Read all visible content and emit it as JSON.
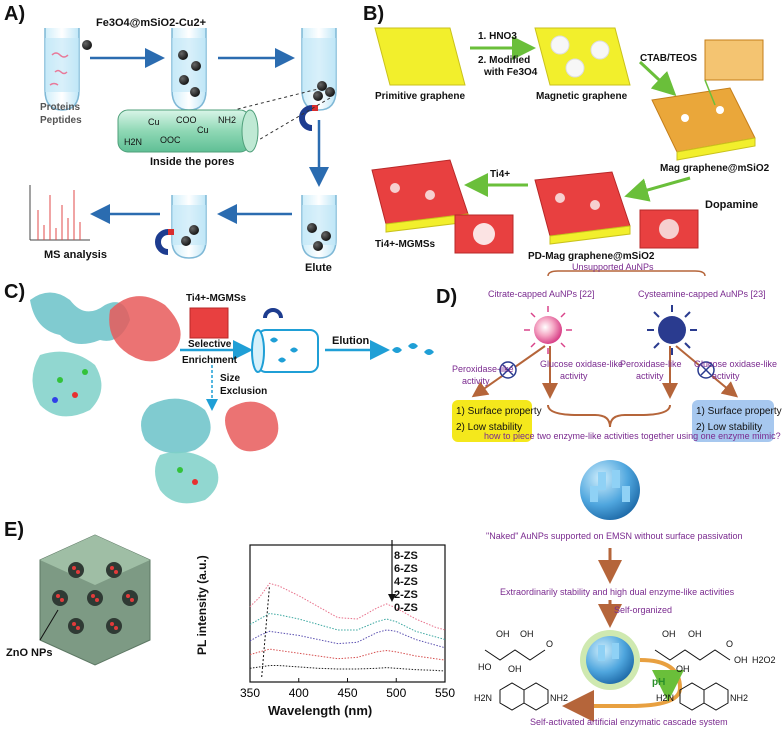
{
  "panels": {
    "a": {
      "label": "A)",
      "reagent": "Fe3O4@mSiO2-Cu2+",
      "legend_proteins": "Proteins",
      "legend_peptides": "Peptides",
      "pores_caption": "Inside the pores",
      "ms_caption": "MS analysis",
      "elute_caption": "Elute",
      "chem_cu1": "Cu",
      "chem_cu2": "Cu",
      "chem_coo": "COO",
      "chem_nh2": "NH2",
      "chem_ooc": "OOC",
      "chem_h2n": "H2N"
    },
    "b": {
      "label": "B)",
      "step1": "1. HNO3",
      "step2": "2. Modified",
      "step2b": "with Fe3O4",
      "primitive": "Primitive graphene",
      "magnetic": "Magnetic graphene",
      "ctab": "CTAB/TEOS",
      "mag_si": "Mag graphene@mSiO2",
      "dopamine": "Dopamine",
      "pd_mag": "PD-Mag graphene@mSiO2",
      "ti": "Ti4+",
      "ti_mgmss": "Ti4+-MGMSs"
    },
    "c": {
      "label": "C)",
      "ti_mgmss": "Ti4+-MGMSs",
      "selective": "Selective",
      "enrichment": "Enrichment",
      "size": "Size",
      "exclusion": "Exclusion",
      "elution": "Elution"
    },
    "d": {
      "label": "D)",
      "unsupported": "Unsupported AuNPs",
      "citrate": "Citrate-capped AuNPs [22]",
      "cysteamine": "Cysteamine-capped AuNPs [23]",
      "perox_left": "Peroxidase-like",
      "perox_left2": "activity",
      "glucose_left": "Glucose oxidase-like",
      "glucose_left2": "activity",
      "perox_right": "Peroxidase-like",
      "perox_right2": "activity",
      "glucose_right": "Glucose oxidase-like",
      "glucose_right2": "activity",
      "box_left1": "1) Surface property",
      "box_left2": "2) Low stability",
      "box_right1": "1) Surface property",
      "box_right2": "2) Low stability",
      "question": "how to piece two enzyme-like activities together using one enzyme mimic?",
      "naked": "\"Naked\" AuNPs supported on EMSN without surface passivation",
      "stability": "Extraordinarily stability and high dual enzyme-like activities",
      "self_org": "Self-organized",
      "cascade": "Self-activated artificial enzymatic cascade system",
      "ph": "pH",
      "oh1": "OH",
      "oh2": "OH",
      "oh3": "OH",
      "oh4": "OH",
      "oh5": "OH",
      "ho": "HO",
      "oh6": "OH",
      "o1": "O",
      "o2": "O",
      "oh7": "OH",
      "h2o2": "H2O2",
      "h2n1": "H2N",
      "nh2_1": "NH2",
      "h2n2": "H2N",
      "nh2_2": "NH2"
    },
    "e": {
      "label": "E)",
      "zno": "ZnO NPs"
    }
  },
  "chart_data": {
    "type": "line",
    "xlabel": "Wavelength (nm)",
    "ylabel": "PL intensity (a.u.)",
    "xlim": [
      350,
      550
    ],
    "xticks": [
      350,
      400,
      450,
      500,
      550
    ],
    "grid": false,
    "legend_position": "top-right",
    "series": [
      {
        "name": "8-ZS",
        "color": "#e8708a",
        "x": [
          350,
          360,
          370,
          380,
          400,
          420,
          440,
          460,
          480,
          490,
          500,
          520,
          540,
          550
        ],
        "y": [
          0.55,
          0.62,
          0.72,
          0.7,
          0.63,
          0.55,
          0.47,
          0.46,
          0.54,
          0.57,
          0.54,
          0.46,
          0.4,
          0.38
        ]
      },
      {
        "name": "6-ZS",
        "color": "#3aa7a0",
        "x": [
          350,
          360,
          370,
          380,
          400,
          420,
          440,
          460,
          480,
          490,
          500,
          520,
          540,
          550
        ],
        "y": [
          0.42,
          0.46,
          0.5,
          0.49,
          0.46,
          0.42,
          0.38,
          0.38,
          0.44,
          0.46,
          0.44,
          0.37,
          0.33,
          0.31
        ]
      },
      {
        "name": "4-ZS",
        "color": "#5a4fb0",
        "x": [
          350,
          360,
          370,
          380,
          400,
          420,
          440,
          460,
          480,
          490,
          500,
          520,
          540,
          550
        ],
        "y": [
          0.3,
          0.34,
          0.37,
          0.36,
          0.34,
          0.31,
          0.28,
          0.29,
          0.36,
          0.38,
          0.37,
          0.31,
          0.27,
          0.25
        ]
      },
      {
        "name": "2-ZS",
        "color": "#d65050",
        "x": [
          350,
          360,
          370,
          380,
          400,
          420,
          440,
          460,
          480,
          490,
          500,
          520,
          540,
          550
        ],
        "y": [
          0.2,
          0.22,
          0.24,
          0.23,
          0.21,
          0.19,
          0.17,
          0.18,
          0.22,
          0.23,
          0.22,
          0.19,
          0.17,
          0.16
        ]
      },
      {
        "name": "0-ZS",
        "color": "#222222",
        "x": [
          350,
          360,
          370,
          380,
          400,
          420,
          440,
          460,
          480,
          490,
          500,
          520,
          540,
          550
        ],
        "y": [
          0.1,
          0.11,
          0.12,
          0.12,
          0.11,
          0.1,
          0.095,
          0.095,
          0.1,
          0.105,
          0.1,
          0.09,
          0.085,
          0.08
        ]
      }
    ]
  }
}
